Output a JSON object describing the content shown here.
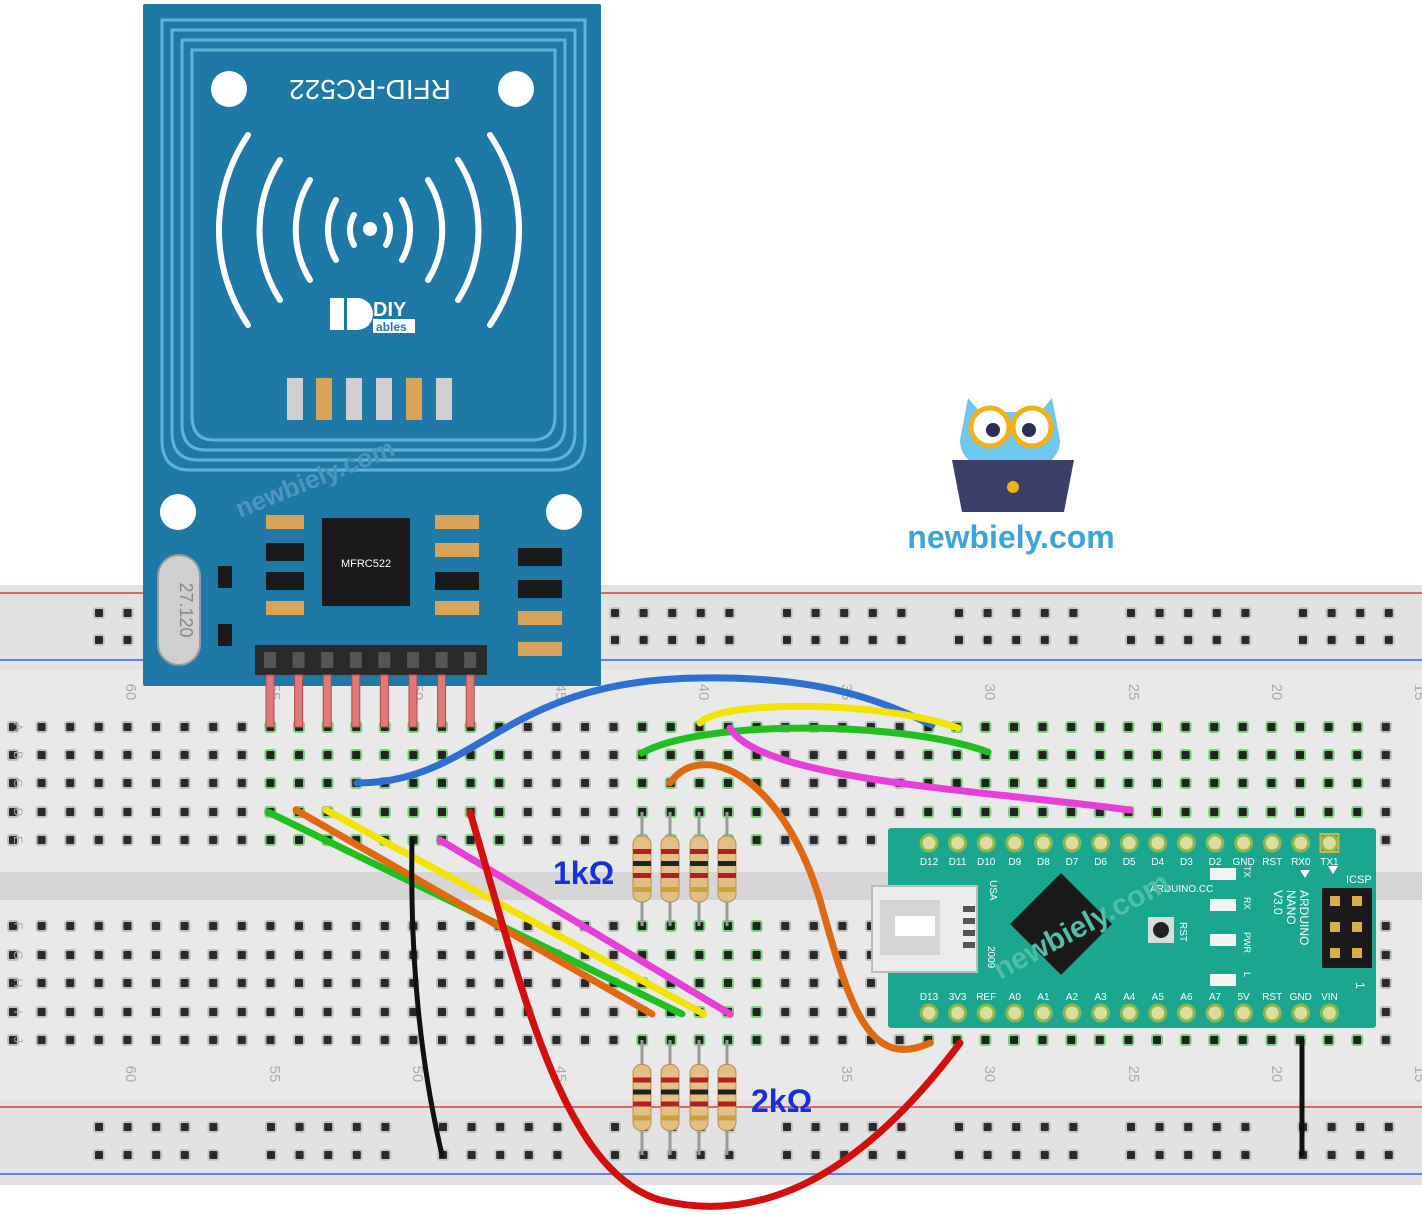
{
  "rfid": {
    "title": "RFID-RC522",
    "chip": "MFRC522",
    "crystal": "27.120",
    "brand_top": "DIY",
    "brand_bottom": "ables",
    "watermark": "newbiely.com"
  },
  "logo": {
    "site": "newbiely.com"
  },
  "breadboard": {
    "row_labels_top": [
      "A",
      "B",
      "C",
      "D",
      "E"
    ],
    "row_labels_bottom": [
      "F",
      "G",
      "H",
      "I",
      "J"
    ],
    "column_numbers": [
      "60",
      "55",
      "50",
      "45",
      "40",
      "35",
      "30",
      "25",
      "20",
      "15"
    ]
  },
  "resistors": {
    "top_label": "1kΩ",
    "bottom_label": "2kΩ"
  },
  "nano": {
    "top_pins": [
      "D12",
      "D11",
      "D10",
      "D9",
      "D8",
      "D7",
      "D6",
      "D5",
      "D4",
      "D3",
      "D2",
      "GND",
      "RST",
      "RX0",
      "TX1"
    ],
    "bottom_pins": [
      "D13",
      "3V3",
      "REF",
      "A0",
      "A1",
      "A2",
      "A3",
      "A4",
      "A5",
      "A6",
      "A7",
      "5V",
      "RST",
      "GND",
      "VIN"
    ],
    "brand": "ARDUINO.CC",
    "name_lines": [
      "ARDUINO",
      "NANO",
      "V3.0"
    ],
    "icsp": "ICSP",
    "icsp_pin1": "1",
    "usb": "USA",
    "year": "2009",
    "leds": [
      "TX",
      "RX",
      "PWR",
      "L"
    ],
    "rst": "RST",
    "watermark": "newbiely.com"
  },
  "colors": {
    "board_blue": "#1f79a6",
    "nano_teal": "#1aa68f",
    "site_blue": "#3aa6d8",
    "label_blue": "#1a2fd6",
    "wire_blue": "#2f6fd0",
    "wire_yellow": "#f3e400",
    "wire_green": "#20c020",
    "wire_magenta": "#e83fd8",
    "wire_orange": "#e06a10",
    "wire_red": "#d20f0f",
    "wire_black": "#111111"
  }
}
